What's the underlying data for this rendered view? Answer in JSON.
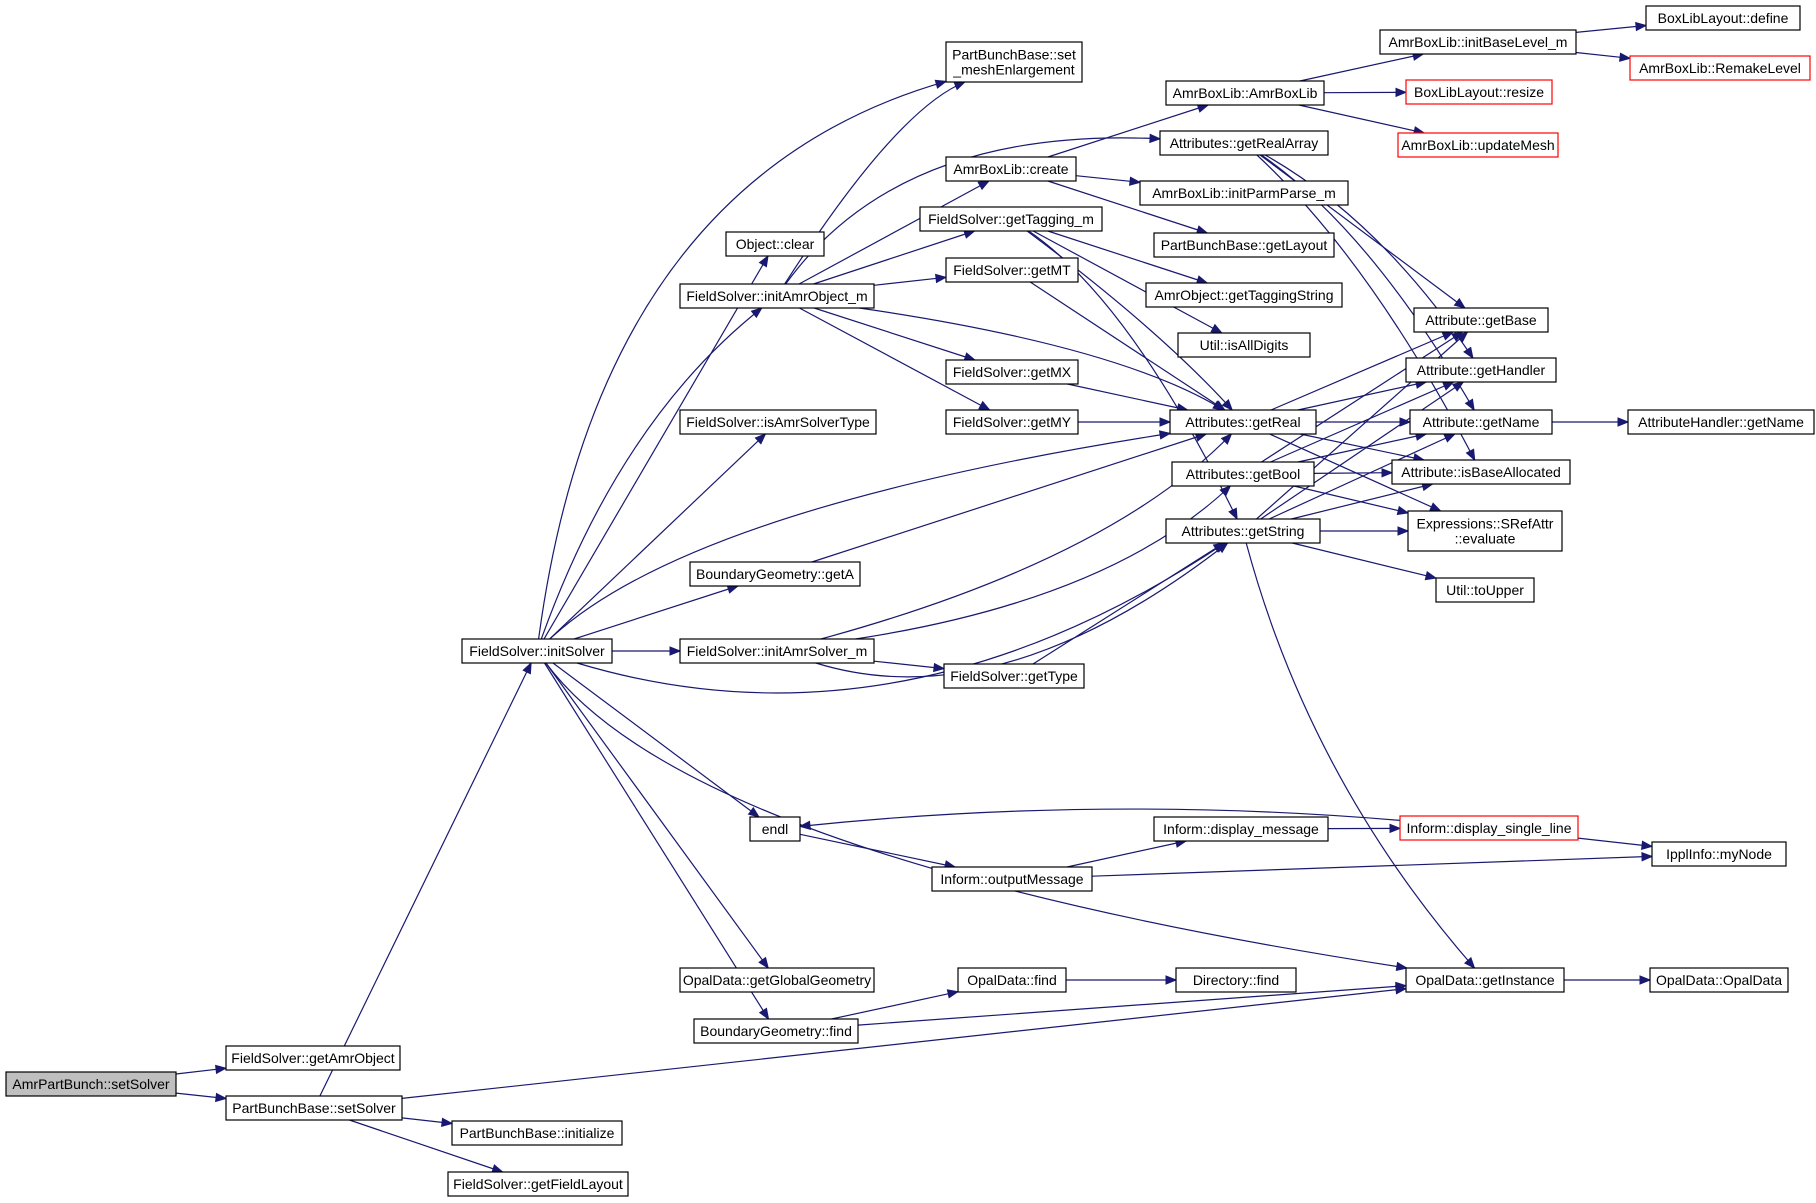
{
  "graph": {
    "colors": {
      "edge": "#191970",
      "truncated_border": "#ff0000",
      "root_fill": "#bfbfbf"
    },
    "nodes": [
      {
        "id": "AmrPartBunch__setSolver",
        "label": [
          "AmrPartBunch::setSolver"
        ],
        "kind": "root"
      },
      {
        "id": "FieldSolver__getAmrObject",
        "label": [
          "FieldSolver::getAmrObject"
        ]
      },
      {
        "id": "PartBunchBase__setSolver",
        "label": [
          "PartBunchBase::setSolver"
        ]
      },
      {
        "id": "PartBunchBase__initialize",
        "label": [
          "PartBunchBase::initialize"
        ]
      },
      {
        "id": "FieldSolver__getFieldLayout",
        "label": [
          "FieldSolver::getFieldLayout"
        ]
      },
      {
        "id": "FieldSolver__initSolver",
        "label": [
          "FieldSolver::initSolver"
        ]
      },
      {
        "id": "PartBunchBase__set_meshEnlargement",
        "label": [
          "PartBunchBase::set",
          "_meshEnlargement"
        ]
      },
      {
        "id": "Object__clear",
        "label": [
          "Object::clear"
        ]
      },
      {
        "id": "FieldSolver__initAmrObject_m",
        "label": [
          "FieldSolver::initAmrObject_m"
        ]
      },
      {
        "id": "FieldSolver__isAmrSolverType",
        "label": [
          "FieldSolver::isAmrSolverType"
        ]
      },
      {
        "id": "BoundaryGeometry__getA",
        "label": [
          "BoundaryGeometry::getA"
        ]
      },
      {
        "id": "FieldSolver__initAmrSolver_m",
        "label": [
          "FieldSolver::initAmrSolver_m"
        ]
      },
      {
        "id": "endl",
        "label": [
          "endl"
        ]
      },
      {
        "id": "OpalData__getGlobalGeometry",
        "label": [
          "OpalData::getGlobalGeometry"
        ]
      },
      {
        "id": "BoundaryGeometry__find",
        "label": [
          "BoundaryGeometry::find"
        ]
      },
      {
        "id": "AmrBoxLib__create",
        "label": [
          "AmrBoxLib::create"
        ]
      },
      {
        "id": "FieldSolver__getTagging_m",
        "label": [
          "FieldSolver::getTagging_m"
        ]
      },
      {
        "id": "FieldSolver__getMT",
        "label": [
          "FieldSolver::getMT"
        ]
      },
      {
        "id": "FieldSolver__getMX",
        "label": [
          "FieldSolver::getMX"
        ]
      },
      {
        "id": "FieldSolver__getMY",
        "label": [
          "FieldSolver::getMY"
        ]
      },
      {
        "id": "FieldSolver__getType",
        "label": [
          "FieldSolver::getType"
        ]
      },
      {
        "id": "Inform__outputMessage",
        "label": [
          "Inform::outputMessage"
        ]
      },
      {
        "id": "OpalData__find",
        "label": [
          "OpalData::find"
        ]
      },
      {
        "id": "AmrBoxLib__AmrBoxLib",
        "label": [
          "AmrBoxLib::AmrBoxLib"
        ]
      },
      {
        "id": "Attributes__getRealArray",
        "label": [
          "Attributes::getRealArray"
        ]
      },
      {
        "id": "AmrBoxLib__initParmParse_m",
        "label": [
          "AmrBoxLib::initParmParse_m"
        ]
      },
      {
        "id": "PartBunchBase__getLayout",
        "label": [
          "PartBunchBase::getLayout"
        ]
      },
      {
        "id": "AmrObject__getTaggingString",
        "label": [
          "AmrObject::getTaggingString"
        ]
      },
      {
        "id": "Util__isAllDigits",
        "label": [
          "Util::isAllDigits"
        ]
      },
      {
        "id": "Attributes__getReal",
        "label": [
          "Attributes::getReal"
        ]
      },
      {
        "id": "Attributes__getBool",
        "label": [
          "Attributes::getBool"
        ]
      },
      {
        "id": "Attributes__getString",
        "label": [
          "Attributes::getString"
        ]
      },
      {
        "id": "Inform__display_message",
        "label": [
          "Inform::display_message"
        ]
      },
      {
        "id": "Directory__find",
        "label": [
          "Directory::find"
        ]
      },
      {
        "id": "AmrBoxLib__initBaseLevel_m",
        "label": [
          "AmrBoxLib::initBaseLevel_m"
        ]
      },
      {
        "id": "BoxLibLayout__resize",
        "label": [
          "BoxLibLayout::resize"
        ],
        "kind": "truncated"
      },
      {
        "id": "AmrBoxLib__updateMesh",
        "label": [
          "AmrBoxLib::updateMesh"
        ],
        "kind": "truncated"
      },
      {
        "id": "Attribute__getBase",
        "label": [
          "Attribute::getBase"
        ]
      },
      {
        "id": "Attribute__getHandler",
        "label": [
          "Attribute::getHandler"
        ]
      },
      {
        "id": "Attribute__getName",
        "label": [
          "Attribute::getName"
        ]
      },
      {
        "id": "Attribute__isBaseAllocated",
        "label": [
          "Attribute::isBaseAllocated"
        ]
      },
      {
        "id": "Expressions__SRefAttr__evaluate",
        "label": [
          "Expressions::SRefAttr",
          "::evaluate"
        ]
      },
      {
        "id": "Util__toUpper",
        "label": [
          "Util::toUpper"
        ]
      },
      {
        "id": "Inform__display_single_line",
        "label": [
          "Inform::display_single_line"
        ],
        "kind": "truncated"
      },
      {
        "id": "OpalData__getInstance",
        "label": [
          "OpalData::getInstance"
        ]
      },
      {
        "id": "BoxLibLayout__define",
        "label": [
          "BoxLibLayout::define"
        ]
      },
      {
        "id": "AmrBoxLib__RemakeLevel",
        "label": [
          "AmrBoxLib::RemakeLevel"
        ],
        "kind": "truncated"
      },
      {
        "id": "AttributeHandler__getName",
        "label": [
          "AttributeHandler::getName"
        ]
      },
      {
        "id": "IpplInfo__myNode",
        "label": [
          "IpplInfo::myNode"
        ]
      },
      {
        "id": "OpalData__OpalData",
        "label": [
          "OpalData::OpalData"
        ]
      }
    ],
    "edges": [
      [
        "AmrPartBunch__setSolver",
        "FieldSolver__getAmrObject"
      ],
      [
        "AmrPartBunch__setSolver",
        "PartBunchBase__setSolver"
      ],
      [
        "PartBunchBase__setSolver",
        "FieldSolver__initSolver"
      ],
      [
        "PartBunchBase__setSolver",
        "PartBunchBase__initialize"
      ],
      [
        "PartBunchBase__setSolver",
        "FieldSolver__getFieldLayout"
      ],
      [
        "PartBunchBase__setSolver",
        "OpalData__getInstance"
      ],
      [
        "FieldSolver__initSolver",
        "PartBunchBase__set_meshEnlargement"
      ],
      [
        "FieldSolver__initSolver",
        "Object__clear"
      ],
      [
        "FieldSolver__initSolver",
        "FieldSolver__initAmrObject_m"
      ],
      [
        "FieldSolver__initSolver",
        "FieldSolver__isAmrSolverType"
      ],
      [
        "FieldSolver__initSolver",
        "Attributes__getReal"
      ],
      [
        "FieldSolver__initSolver",
        "BoundaryGeometry__getA"
      ],
      [
        "FieldSolver__initSolver",
        "FieldSolver__initAmrSolver_m"
      ],
      [
        "FieldSolver__initSolver",
        "Attributes__getString"
      ],
      [
        "FieldSolver__initSolver",
        "endl"
      ],
      [
        "FieldSolver__initSolver",
        "OpalData__getInstance"
      ],
      [
        "FieldSolver__initSolver",
        "OpalData__getGlobalGeometry"
      ],
      [
        "FieldSolver__initSolver",
        "BoundaryGeometry__find"
      ],
      [
        "FieldSolver__initAmrObject_m",
        "PartBunchBase__set_meshEnlargement"
      ],
      [
        "FieldSolver__initAmrObject_m",
        "Attributes__getRealArray"
      ],
      [
        "FieldSolver__initAmrObject_m",
        "AmrBoxLib__create"
      ],
      [
        "FieldSolver__initAmrObject_m",
        "FieldSolver__getTagging_m"
      ],
      [
        "FieldSolver__initAmrObject_m",
        "FieldSolver__getMT"
      ],
      [
        "FieldSolver__initAmrObject_m",
        "FieldSolver__getMX"
      ],
      [
        "FieldSolver__initAmrObject_m",
        "FieldSolver__getMY"
      ],
      [
        "FieldSolver__initAmrObject_m",
        "Attributes__getReal"
      ],
      [
        "BoundaryGeometry__getA",
        "Attributes__getReal"
      ],
      [
        "FieldSolver__initAmrSolver_m",
        "Attributes__getReal"
      ],
      [
        "FieldSolver__initAmrSolver_m",
        "Attributes__getBool"
      ],
      [
        "FieldSolver__initAmrSolver_m",
        "FieldSolver__getType"
      ],
      [
        "FieldSolver__initAmrSolver_m",
        "Attributes__getString"
      ],
      [
        "endl",
        "Inform__outputMessage"
      ],
      [
        "BoundaryGeometry__find",
        "OpalData__find"
      ],
      [
        "BoundaryGeometry__find",
        "OpalData__getInstance"
      ],
      [
        "AmrBoxLib__create",
        "AmrBoxLib__AmrBoxLib"
      ],
      [
        "AmrBoxLib__create",
        "AmrBoxLib__initParmParse_m"
      ],
      [
        "AmrBoxLib__create",
        "PartBunchBase__getLayout"
      ],
      [
        "FieldSolver__getTagging_m",
        "AmrObject__getTaggingString"
      ],
      [
        "FieldSolver__getTagging_m",
        "Util__isAllDigits"
      ],
      [
        "FieldSolver__getTagging_m",
        "Attributes__getReal"
      ],
      [
        "FieldSolver__getTagging_m",
        "Attributes__getString"
      ],
      [
        "FieldSolver__getMT",
        "Attributes__getReal"
      ],
      [
        "FieldSolver__getMX",
        "Attributes__getReal"
      ],
      [
        "FieldSolver__getMY",
        "Attributes__getReal"
      ],
      [
        "FieldSolver__getType",
        "Attributes__getString"
      ],
      [
        "Inform__outputMessage",
        "Inform__display_message"
      ],
      [
        "Inform__outputMessage",
        "IpplInfo__myNode"
      ],
      [
        "OpalData__find",
        "Directory__find"
      ],
      [
        "AmrBoxLib__AmrBoxLib",
        "AmrBoxLib__initBaseLevel_m"
      ],
      [
        "AmrBoxLib__AmrBoxLib",
        "BoxLibLayout__resize"
      ],
      [
        "AmrBoxLib__AmrBoxLib",
        "AmrBoxLib__updateMesh"
      ],
      [
        "Attributes__getRealArray",
        "Attribute__getBase"
      ],
      [
        "Attributes__getRealArray",
        "Attribute__getHandler"
      ],
      [
        "Attributes__getRealArray",
        "Attribute__getName"
      ],
      [
        "Attributes__getRealArray",
        "Attribute__isBaseAllocated"
      ],
      [
        "Attributes__getReal",
        "Attribute__getBase"
      ],
      [
        "Attributes__getReal",
        "Attribute__getHandler"
      ],
      [
        "Attributes__getReal",
        "Attribute__getName"
      ],
      [
        "Attributes__getReal",
        "Attribute__isBaseAllocated"
      ],
      [
        "Attributes__getReal",
        "Expressions__SRefAttr__evaluate"
      ],
      [
        "Attributes__getBool",
        "Attribute__getBase"
      ],
      [
        "Attributes__getBool",
        "Attribute__getHandler"
      ],
      [
        "Attributes__getBool",
        "Attribute__getName"
      ],
      [
        "Attributes__getBool",
        "Attribute__isBaseAllocated"
      ],
      [
        "Attributes__getBool",
        "Expressions__SRefAttr__evaluate"
      ],
      [
        "Attributes__getString",
        "Attribute__getBase"
      ],
      [
        "Attributes__getString",
        "Attribute__getHandler"
      ],
      [
        "Attributes__getString",
        "Attribute__getName"
      ],
      [
        "Attributes__getString",
        "Attribute__isBaseAllocated"
      ],
      [
        "Attributes__getString",
        "Expressions__SRefAttr__evaluate"
      ],
      [
        "Attributes__getString",
        "Util__toUpper"
      ],
      [
        "Attributes__getString",
        "OpalData__getInstance"
      ],
      [
        "Inform__display_message",
        "Inform__display_single_line"
      ],
      [
        "Inform__display_single_line",
        "endl"
      ],
      [
        "Inform__display_single_line",
        "IpplInfo__myNode"
      ],
      [
        "AmrBoxLib__initBaseLevel_m",
        "BoxLibLayout__define"
      ],
      [
        "AmrBoxLib__initBaseLevel_m",
        "AmrBoxLib__RemakeLevel"
      ],
      [
        "Attribute__getName",
        "AttributeHandler__getName"
      ],
      [
        "OpalData__getInstance",
        "OpalData__OpalData"
      ]
    ]
  }
}
